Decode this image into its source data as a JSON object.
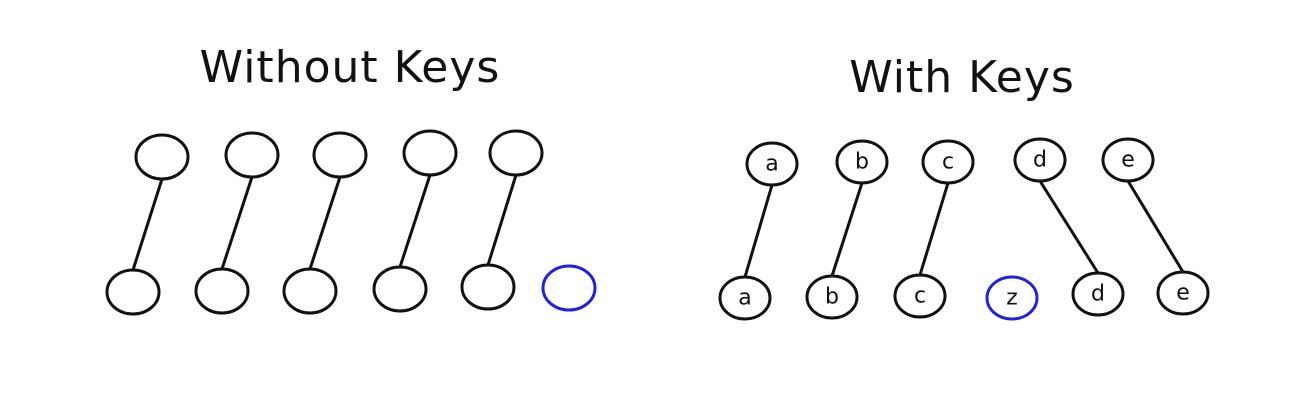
{
  "colors": {
    "stroke": "#111111",
    "new_node": "#2222dd",
    "background": "#ffffff"
  },
  "panels": [
    {
      "id": "without-keys",
      "title": "Without Keys",
      "top_nodes": [
        "",
        "",
        "",
        "",
        ""
      ],
      "bottom_nodes": [
        {
          "label": "",
          "new": false
        },
        {
          "label": "",
          "new": false
        },
        {
          "label": "",
          "new": false
        },
        {
          "label": "",
          "new": false
        },
        {
          "label": "",
          "new": false
        },
        {
          "label": "",
          "new": true
        }
      ],
      "links": [
        [
          0,
          0
        ],
        [
          1,
          1
        ],
        [
          2,
          2
        ],
        [
          3,
          3
        ],
        [
          4,
          4
        ]
      ]
    },
    {
      "id": "with-keys",
      "title": "With Keys",
      "top_nodes": [
        "a",
        "b",
        "c",
        "d",
        "e"
      ],
      "bottom_nodes": [
        {
          "label": "a",
          "new": false
        },
        {
          "label": "b",
          "new": false
        },
        {
          "label": "c",
          "new": false
        },
        {
          "label": "z",
          "new": true
        },
        {
          "label": "d",
          "new": false
        },
        {
          "label": "e",
          "new": false
        }
      ],
      "links": [
        [
          0,
          0
        ],
        [
          1,
          1
        ],
        [
          2,
          2
        ],
        [
          3,
          4
        ],
        [
          4,
          5
        ]
      ]
    }
  ]
}
